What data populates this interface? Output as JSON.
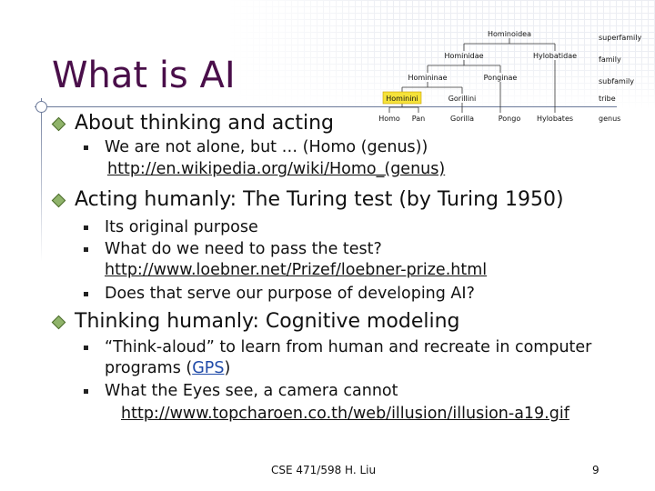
{
  "slide": {
    "title": "What is AI",
    "bullets": [
      {
        "text": "About thinking and acting",
        "items": [
          {
            "lines": [
              "We are not alone, but … (Homo (genus))",
              "http://en.wikipedia.org/wiki/Homo_(genus)"
            ]
          }
        ]
      },
      {
        "text": "Acting humanly: The Turing test (by Turing 1950)",
        "items": [
          {
            "lines": [
              "Its original purpose"
            ]
          },
          {
            "lines": [
              "What do we need to pass the test?",
              "http://www.loebner.net/Prizef/loebner-prize.html"
            ]
          },
          {
            "lines": [
              "Does that serve our purpose of developing AI?"
            ]
          }
        ]
      },
      {
        "text": "Thinking humanly: Cognitive modeling",
        "items": [
          {
            "lines": [
              "“Think-aloud” to learn from human and recreate in computer",
              "programs (",
              "GPS",
              ")"
            ]
          },
          {
            "lines": [
              "What the Eyes see, a camera cannot",
              "http://www.topcharoen.co.th/web/illusion/illusion-a19.gif"
            ]
          }
        ]
      }
    ],
    "footer": {
      "course": "CSE 471/598  H. Liu",
      "page": "9"
    }
  },
  "taxonomy": {
    "nodes": {
      "hominoidea": "Hominoidea",
      "hominidae": "Hominidae",
      "hylobatidae": "Hylobatidae",
      "homininae": "Homininae",
      "ponginae": "Ponginae",
      "hominini": "Hominini",
      "gorillini": "Gorillini",
      "homo": "Homo",
      "pan": "Pan",
      "gorilla": "Gorilla",
      "pongo": "Pongo",
      "hylobates": "Hylobates"
    },
    "ranks": [
      "superfamily",
      "family",
      "subfamily",
      "tribe",
      "genus"
    ],
    "highlight_color": "#f5e23a"
  },
  "colors": {
    "title": "#4a0f4a",
    "bullet_icon": "#8fb36a",
    "rule": "#6c7a9a",
    "gps_link": "#1f4aa8"
  }
}
